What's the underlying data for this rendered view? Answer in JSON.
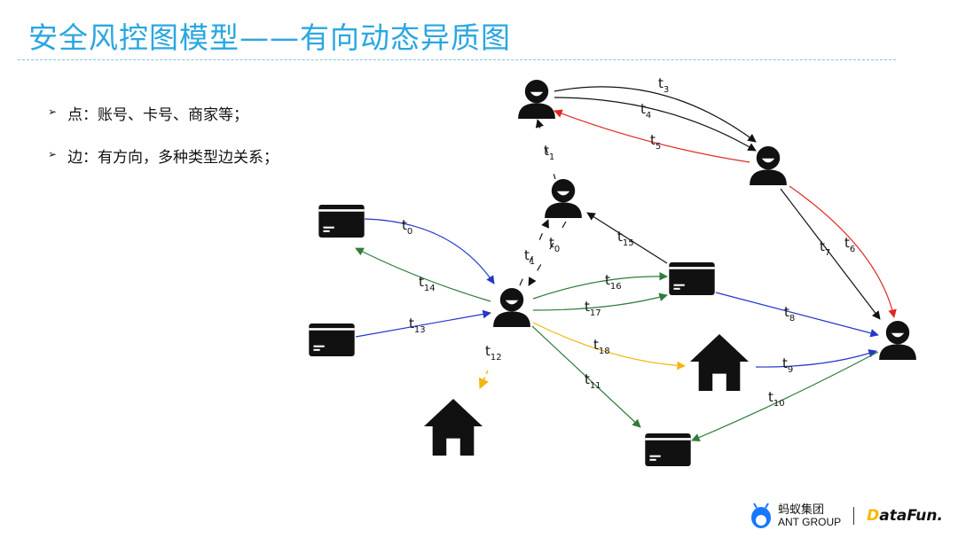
{
  "title": "安全风控图模型——有向动态异质图",
  "bullets": [
    "点：账号、卡号、商家等；",
    "边：有方向，多种类型边关系；"
  ],
  "edges": [
    {
      "sub": "0"
    },
    {
      "sub": "0"
    },
    {
      "sub": "1"
    },
    {
      "sub": "1"
    },
    {
      "sub": "3"
    },
    {
      "sub": "4"
    },
    {
      "sub": "5"
    },
    {
      "sub": "6"
    },
    {
      "sub": "7"
    },
    {
      "sub": "8"
    },
    {
      "sub": "9"
    },
    {
      "sub": "10"
    },
    {
      "sub": "11"
    },
    {
      "sub": "12"
    },
    {
      "sub": "13"
    },
    {
      "sub": "14"
    },
    {
      "sub": "15"
    },
    {
      "sub": "16"
    },
    {
      "sub": "17"
    },
    {
      "sub": "18"
    }
  ],
  "edge_label_prefix": "t",
  "colors": {
    "title": "#2aa7e0",
    "black_edge": "#111111",
    "red_edge": "#e0281e",
    "blue_edge": "#2438c8",
    "green_edge": "#2e7d3a",
    "yellow_edge": "#f2b60f"
  },
  "footer": {
    "brand_cn": "蚂蚁集团",
    "brand_en": "ANT GROUP",
    "partner_d": "D",
    "partner_rest": "ataFun."
  }
}
